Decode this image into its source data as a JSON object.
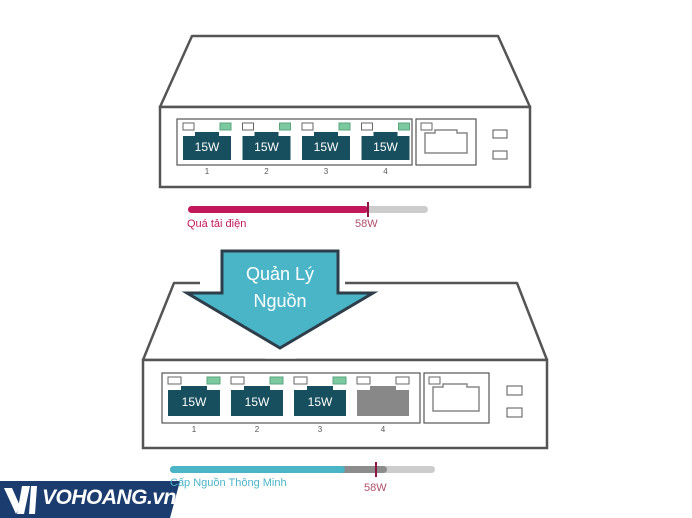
{
  "top_switch": {
    "ports": [
      {
        "number": "1",
        "power": "15W",
        "active": true
      },
      {
        "number": "2",
        "power": "15W",
        "active": true
      },
      {
        "number": "3",
        "power": "15W",
        "active": true
      },
      {
        "number": "4",
        "power": "15W",
        "active": true
      }
    ],
    "bar_label": "Quá tải điện",
    "limit_label": "58W",
    "bar_fill_fraction": 0.75,
    "bar_color": "#c2185b"
  },
  "arrow": {
    "line1": "Quản Lý",
    "line2": "Nguồn",
    "color": "#4bb5c8"
  },
  "bottom_switch": {
    "ports": [
      {
        "number": "1",
        "power": "15W",
        "active": true
      },
      {
        "number": "2",
        "power": "15W",
        "active": true
      },
      {
        "number": "3",
        "power": "15W",
        "active": true
      },
      {
        "number": "4",
        "power": "",
        "active": false
      }
    ],
    "bar_label": "Cấp Nguồn Thông Minh",
    "limit_label": "58W",
    "bar_fill_fraction": 0.66,
    "bar_color": "#4bb5c8"
  },
  "logo": {
    "text": "VOHOANG.vn"
  }
}
